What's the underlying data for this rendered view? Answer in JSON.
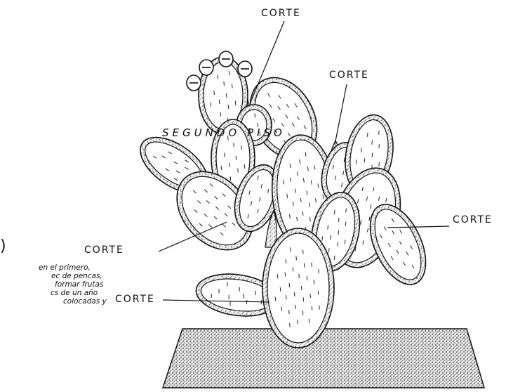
{
  "labels": {
    "corte_top": "CORTE",
    "corte_upper_right": "CORTE",
    "corte_right": "CORTE",
    "corte_left": "CORTE",
    "corte_bottom": "CORTE",
    "segundo_piso": "SEGUNDO PISO",
    "paren": ")"
  },
  "side_text": [
    "en el primero,",
    "ec de pencas,",
    "formar frutas",
    "cs de un año",
    "colocadas y"
  ],
  "colors": {
    "ink": "#111111",
    "stipple": "#8a8a8a",
    "pad_fill": "#ffffff",
    "background": "#ffffff"
  }
}
